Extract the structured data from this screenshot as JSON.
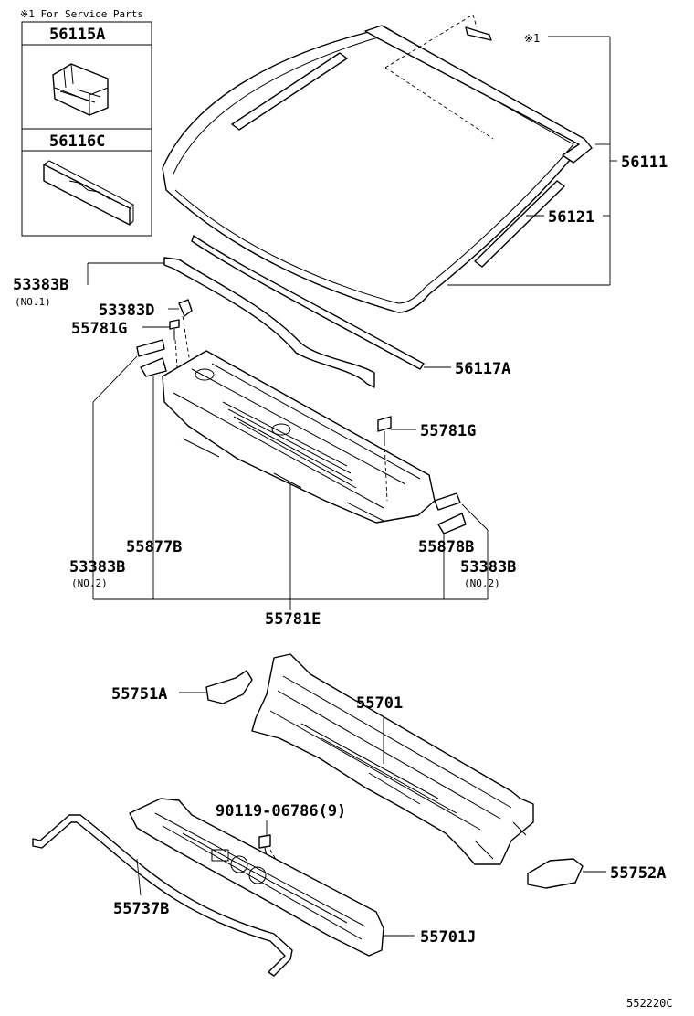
{
  "service_note": "※1 For Service Parts",
  "service_boxes": [
    {
      "part_no": "56115A"
    },
    {
      "part_no": "56116C"
    }
  ],
  "callouts": {
    "c56111": "56111",
    "c56121": "56121",
    "star1": "※1",
    "c53383B_no1": "53383B",
    "c53383B_no1_sub": "(NO.1)",
    "c53383D": "53383D",
    "c55781G_left": "55781G",
    "c56117A": "56117A",
    "c55781G_right": "55781G",
    "c55877B": "55877B",
    "c55878B": "55878B",
    "c53383B_no2_left": "53383B",
    "c53383B_no2_left_sub": "(NO.2)",
    "c53383B_no2_right": "53383B",
    "c53383B_no2_right_sub": "(NO.2)",
    "c55781E": "55781E",
    "c55751A": "55751A",
    "c55701": "55701",
    "c90119": "90119-06786(9)",
    "c55737B": "55737B",
    "c55701J": "55701J",
    "c55752A": "55752A"
  },
  "figure_ref": "552220C"
}
